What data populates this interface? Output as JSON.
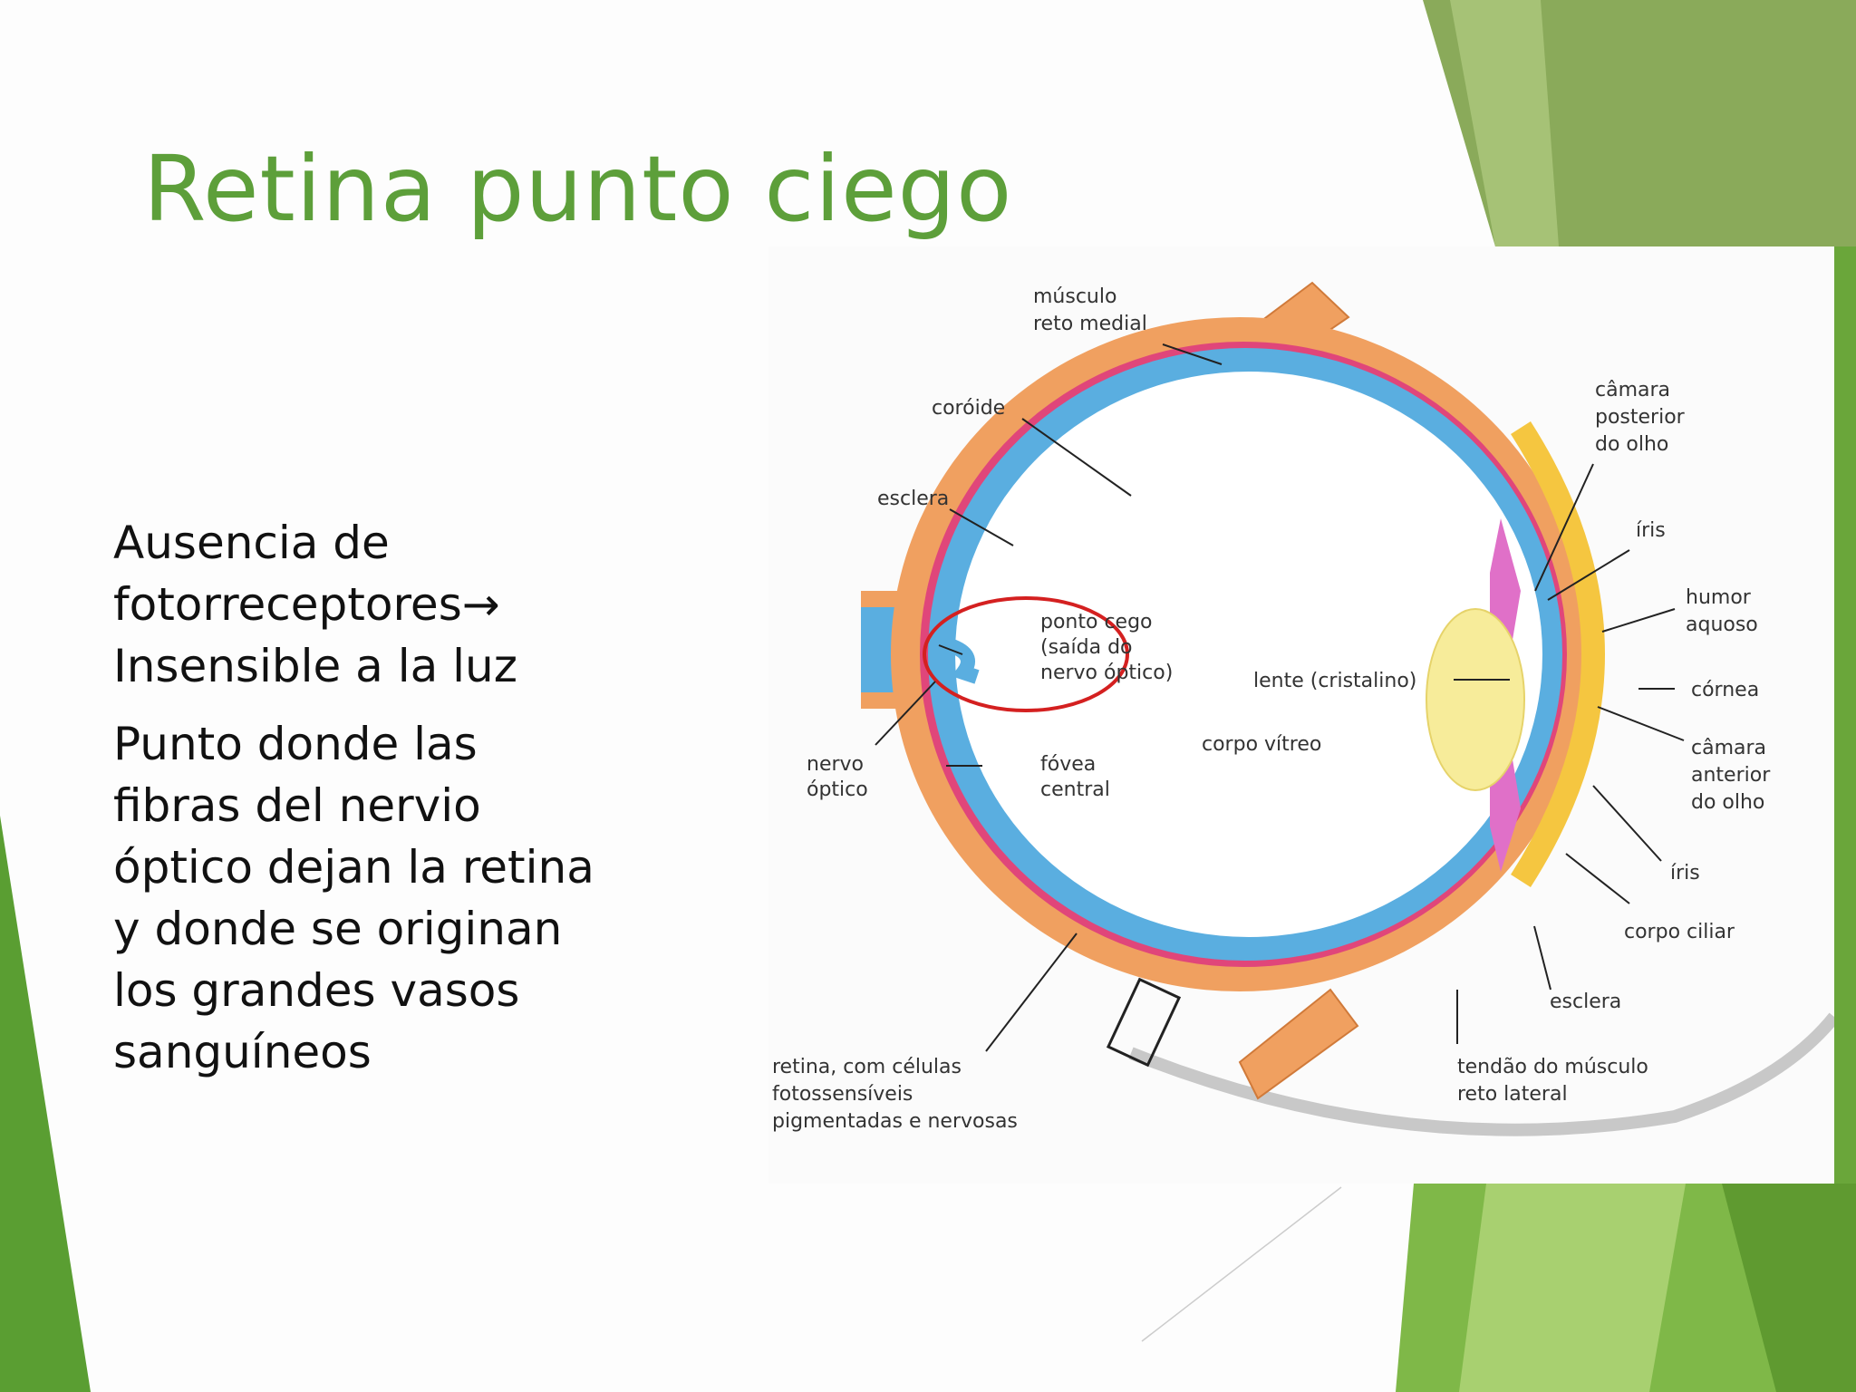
{
  "title": "Retina punto ciego",
  "bullets": [
    {
      "lines": [
        "Ausencia de",
        "fotorreceptores→",
        "Insensible a la luz"
      ]
    },
    {
      "lines": [
        "Punto donde las",
        "fibras del nervio",
        "óptico dejan la retina",
        "y donde se originan",
        "los grandes vasos",
        "sanguíneos"
      ]
    }
  ],
  "diagram": {
    "labels": {
      "musculo_reto_medial": [
        "músculo",
        "reto medial"
      ],
      "coroide": [
        "coróide"
      ],
      "esclera_top": [
        "esclera"
      ],
      "ponto_cego": [
        "ponto cego",
        "(saída do",
        "nervo óptico)"
      ],
      "nervo_optico": [
        "nervo",
        "óptico"
      ],
      "fovea_central": [
        "fóvea",
        "central"
      ],
      "corpo_vitreo": [
        "corpo vítreo"
      ],
      "lente": [
        "lente (cristalino)"
      ],
      "camara_posterior": [
        "câmara",
        "posterior",
        "do olho"
      ],
      "iris_top": [
        "íris"
      ],
      "humor_aquoso": [
        "humor",
        "aquoso"
      ],
      "cornea": [
        "córnea"
      ],
      "camara_anterior": [
        "câmara",
        "anterior",
        "do olho"
      ],
      "iris_bottom": [
        "íris"
      ],
      "corpo_ciliar": [
        "corpo ciliar"
      ],
      "esclera_bottom": [
        "esclera"
      ],
      "retina": [
        "retina, com células",
        "fotossensíveis",
        "pigmentadas e nervosas"
      ],
      "tendao": [
        "tendão do músculo",
        "reto lateral"
      ]
    },
    "colors": {
      "sclera": "#f0a060",
      "choroid": "#e0467a",
      "retina": "#5aaee0",
      "lens": "#f7ec9a",
      "cornea": "#f5c640",
      "iris": "#e070c8",
      "highlight": "#d42020"
    }
  },
  "theme": {
    "title_color": "#5d9f3a",
    "green_dark": "#5a9e32",
    "green_light": "#8cc850"
  }
}
